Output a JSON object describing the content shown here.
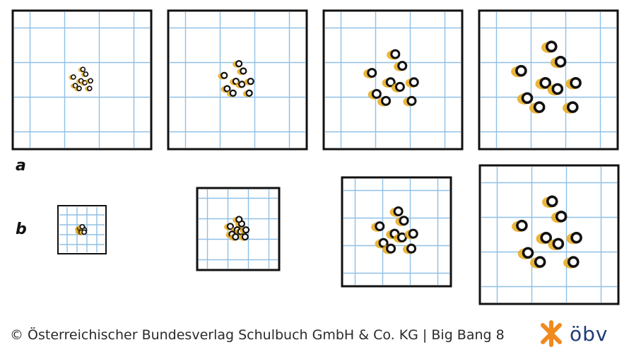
{
  "rows": [
    {
      "id": "a",
      "label": "a"
    },
    {
      "id": "b",
      "label": "b"
    }
  ],
  "panels": {
    "grid_color": "#8fc0e6",
    "frame_color": "#111111",
    "dot_ring_color": "#111111",
    "dot_fill_color": "#f4c21c",
    "dot_halo_color": "#e8a91a",
    "stages": 4
  },
  "footer": {
    "copyright": "© Österreichischer Bundesverlag Schulbuch GmbH & Co. KG |  Big Bang 8"
  },
  "logo": {
    "text": "öbv",
    "mark_color": "#f08a1d",
    "text_color": "#1f3b7a"
  }
}
